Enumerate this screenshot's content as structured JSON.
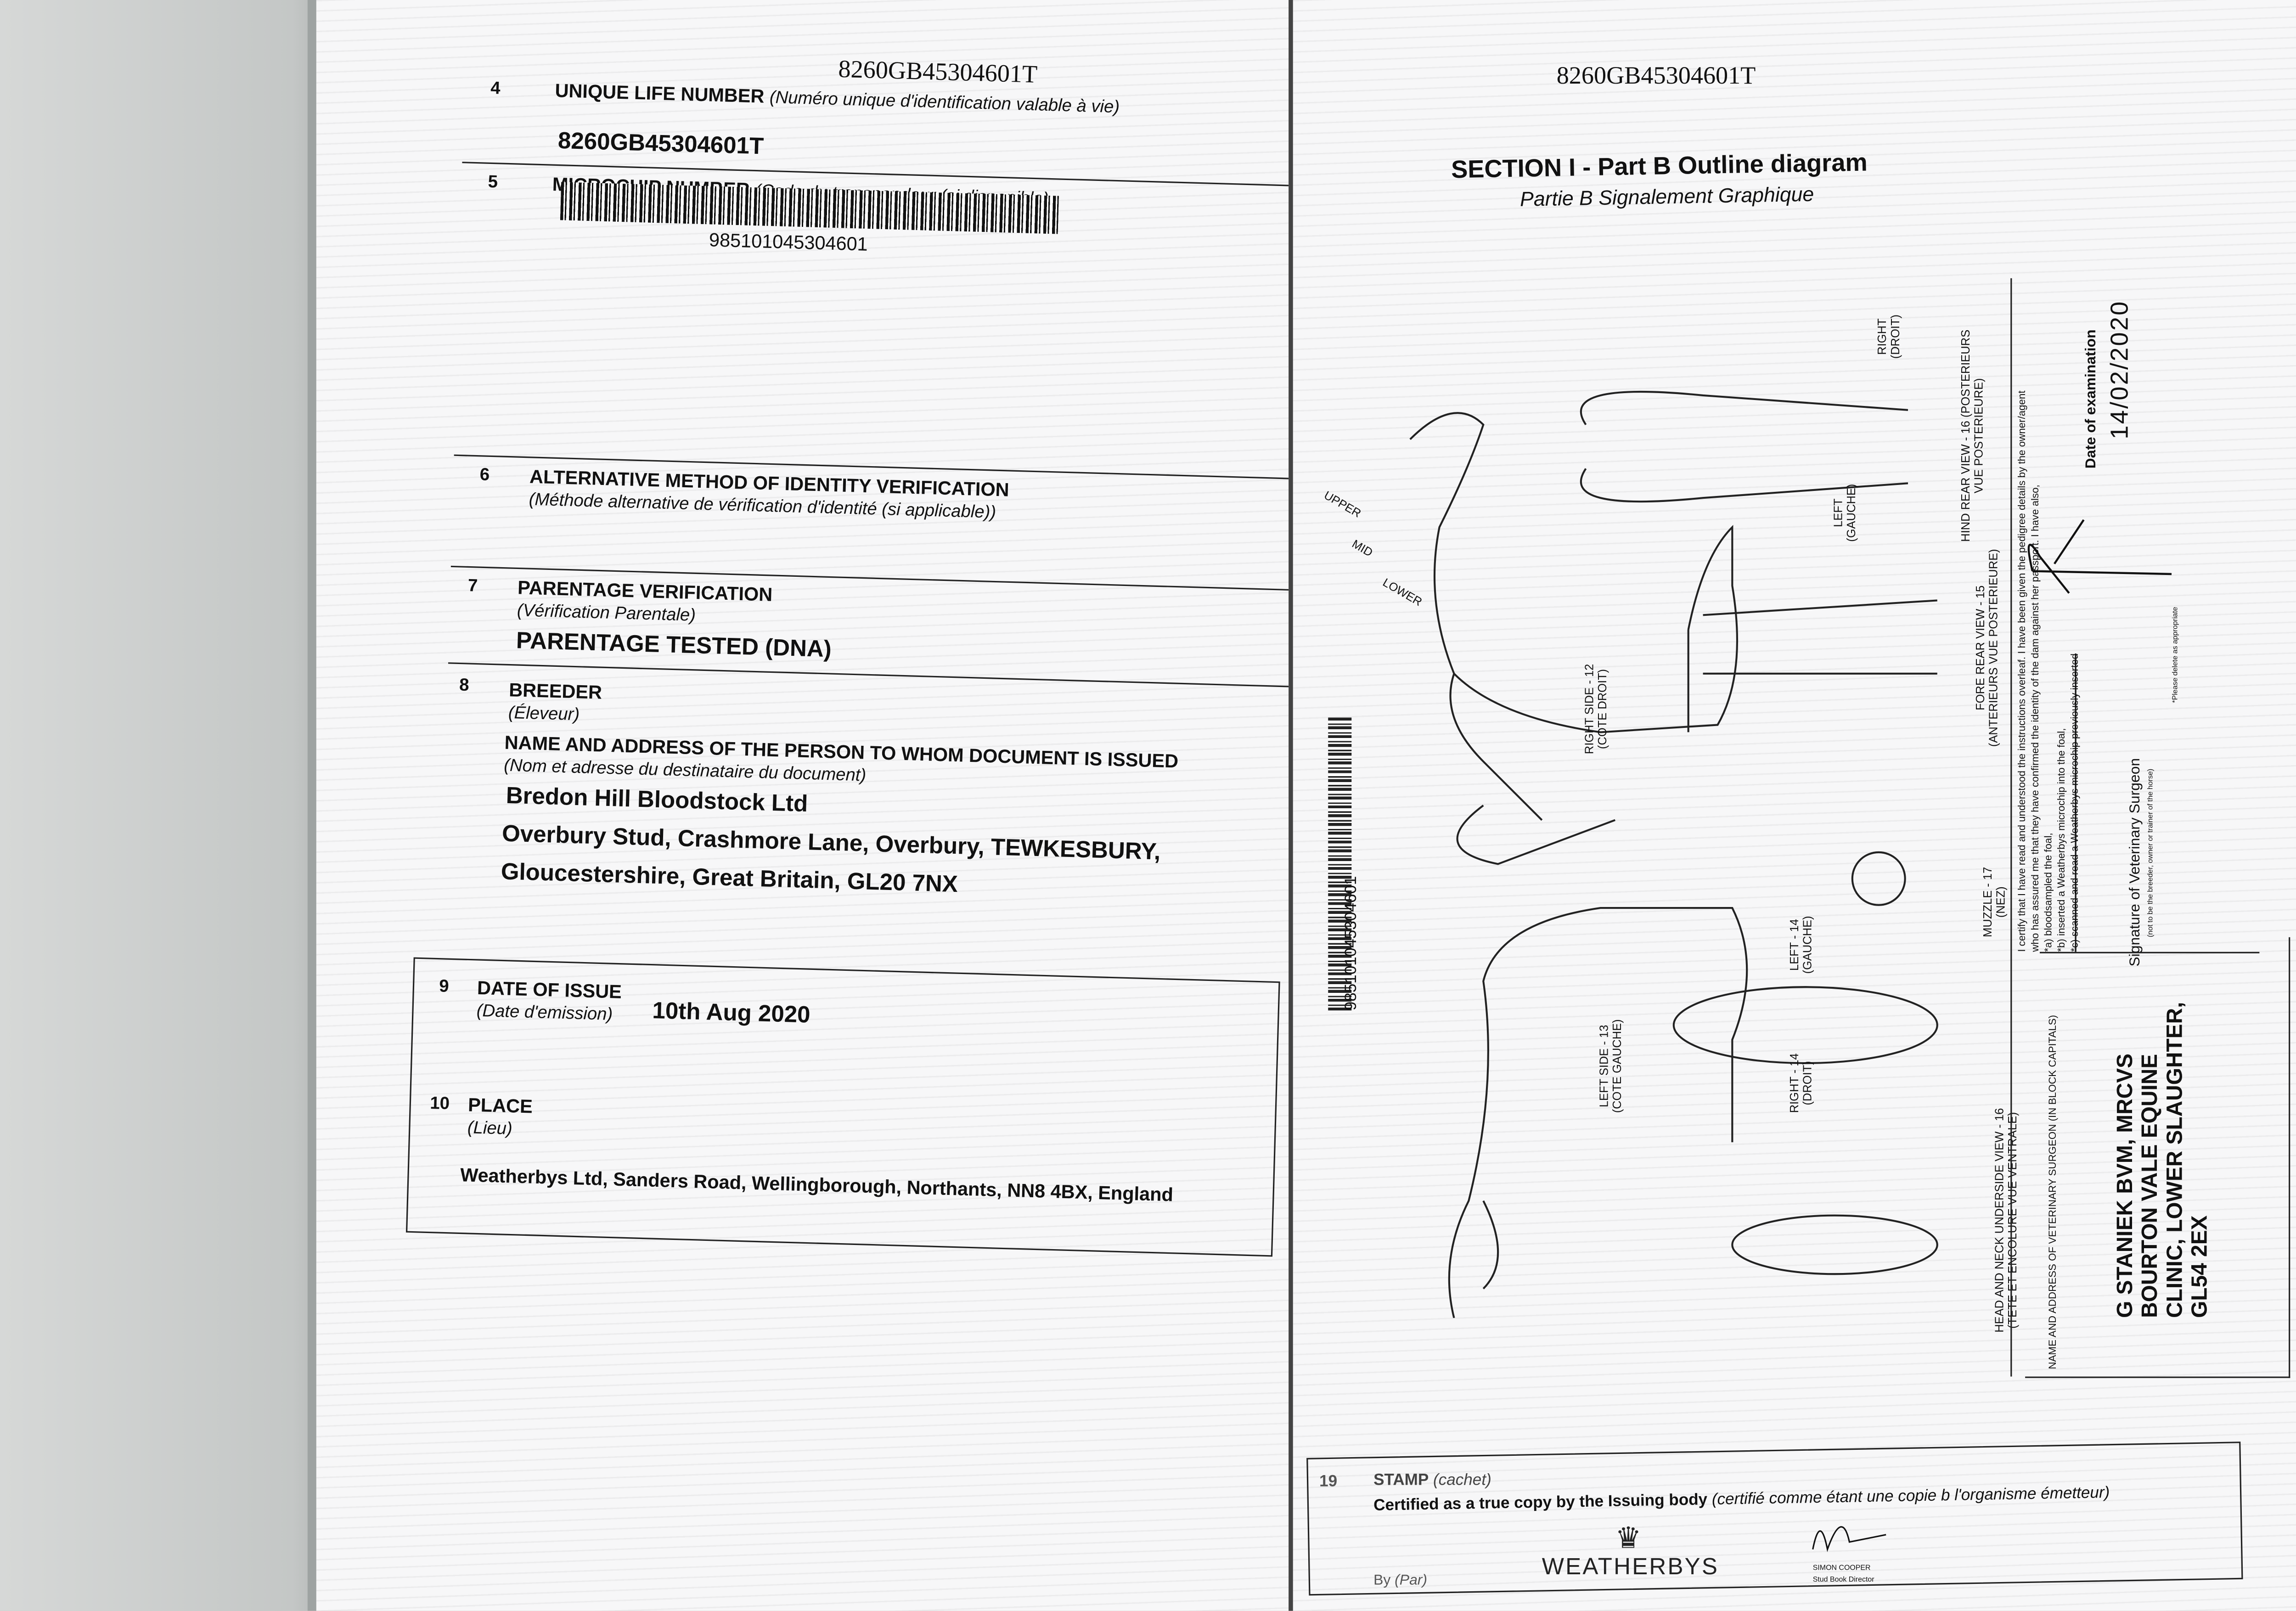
{
  "left_page": {
    "header_number": "8260GB45304601T",
    "fields": [
      {
        "num": "4",
        "label": "UNIQUE LIFE NUMBER",
        "label_fr": "(Numéro unique d'identification valable à vie)",
        "value": "8260GB45304601T"
      },
      {
        "num": "5",
        "label": "MICROCHIP NUMBER",
        "label_fr": "(Code du transpondeur (si disponible)",
        "value": "985101045304601"
      },
      {
        "num": "6",
        "label": "ALTERNATIVE METHOD OF IDENTITY VERIFICATION",
        "label_fr": "(Méthode alternative de vérification d'identité (si applicable))"
      },
      {
        "num": "7",
        "label": "PARENTAGE VERIFICATION",
        "label_fr": "(Vérification Parentale)",
        "value": "PARENTAGE TESTED (DNA)"
      },
      {
        "num": "8",
        "label": "BREEDER",
        "label_fr": "(Éleveur)",
        "label2": "NAME AND ADDRESS OF THE PERSON TO WHOM DOCUMENT IS ISSUED",
        "label2_fr": "(Nom et adresse du destinataire du document)",
        "value_lines": [
          "Bredon Hill Bloodstock Ltd",
          "Overbury Stud, Crashmore Lane, Overbury, TEWKESBURY,",
          "Gloucestershire, Great Britain, GL20 7NX"
        ]
      },
      {
        "num": "9",
        "label": "DATE OF ISSUE",
        "label_fr": "(Date d'emission)",
        "value": "10th Aug 2020"
      },
      {
        "num": "10",
        "label": "PLACE",
        "label_fr": "(Lieu)",
        "value": "Weatherbys Ltd, Sanders Road, Wellingborough, Northants, NN8 4BX, England"
      }
    ]
  },
  "right_page": {
    "header_number": "8260GB45304601T",
    "title": "SECTION I - Part B Outline diagram",
    "subtitle": "Partie B Signalement Graphique",
    "spine_barcode_number": "985101045304601",
    "diagram_labels": {
      "right_side": [
        "RIGHT SIDE - 12",
        "(COTE DROIT)"
      ],
      "left_side": [
        "LEFT SIDE - 13",
        "(COTE GAUCHE)"
      ],
      "hind_rear": [
        "HIND REAR VIEW - 16 (POSTERIEURS",
        "VUE POSTERIEURE)"
      ],
      "fore_rear": [
        "FORE REAR VIEW - 15",
        "(ANTERIEURS VUE POSTERIEURE)"
      ],
      "muzzle": [
        "MUZZLE - 17",
        "(NEZ)"
      ],
      "head_neck": [
        "HEAD AND NECK UNDERSIDE VIEW - 16",
        "(TETE ET ENCOLURE VUE VENTRALE)"
      ],
      "right_droit": [
        "RIGHT",
        "(DROIT)"
      ],
      "left_gauche": [
        "LEFT",
        "(GAUCHE)"
      ],
      "right_14": [
        "RIGHT - 14",
        "(DROIT)"
      ],
      "left_14": [
        "LEFT - 14",
        "(GAUCHE)"
      ],
      "neck_marks": [
        "UPPER",
        "MID",
        "LOWER"
      ]
    },
    "certification": {
      "text_lines": [
        "I certify that I have read and understood the instructions overleaf. I have been given the pedigree details by the owner/agent",
        "who has assured me that they have confirmed the identity of the dam against her passport. I have also,",
        "*a) bloodsampled the foal,",
        "*b) inserted a Weatherbys microchip into the foal,",
        "*c) scanned and read a Weatherbys microchip previously inserted"
      ],
      "signature_label": "Signature of Veterinary Surgeon",
      "signature_note": "(not to be the breeder, owner or trainer of the horse)",
      "delete_note": "*Please delete as appropriate",
      "date_label": "Date of examination",
      "date_value": "14/02/2020"
    },
    "vet": {
      "label": "NAME AND ADDRESS OF VETERINARY SURGEON (IN BLOCK CAPITALS)",
      "lines": [
        "G STANIEK BVM, MRCVS",
        "BOURTON VALE EQUINE",
        "CLINIC, LOWER SLAUGHTER,",
        "GL54 2EX"
      ]
    },
    "stamp": {
      "num": "19",
      "label": "STAMP",
      "label_fr": "(cachet)",
      "certified": "Certified as a true copy by the Issuing body",
      "certified_fr": "(certifié comme étant une copie b l'organisme émetteur)",
      "logo": "WEATHERBYS",
      "signatory": "SIMON COOPER",
      "signatory_title": "Stud Book Director",
      "by": "By",
      "by_fr": "(Par)"
    }
  }
}
